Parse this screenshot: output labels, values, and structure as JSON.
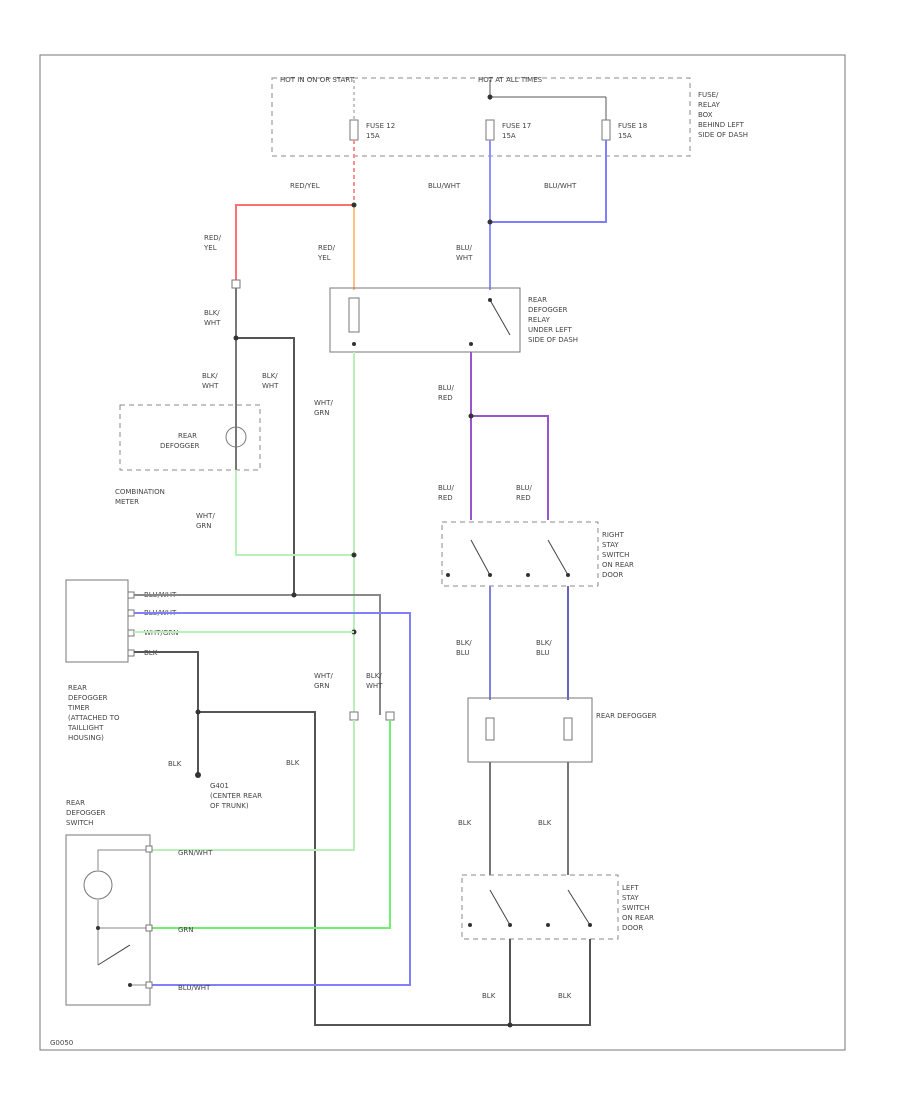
{
  "top_labels": {
    "hot_in_on_or_start": "HOT IN ON OR START",
    "hot_at_all_times": "HOT AT ALL TIMES"
  },
  "fuses": {
    "fuse12": [
      "FUSE 12",
      "15A"
    ],
    "fuse17": [
      "FUSE 17",
      "15A"
    ],
    "fuse18": [
      "FUSE 18",
      "15A"
    ]
  },
  "fuse_box": [
    "FUSE/",
    "RELAY",
    "BOX",
    "BEHIND LEFT",
    "SIDE OF DASH"
  ],
  "relay": [
    "REAR",
    "DEFOGGER",
    "RELAY",
    "UNDER LEFT",
    "SIDE OF DASH"
  ],
  "meter": {
    "indicator": [
      "REAR",
      "DEFOGGER"
    ],
    "name": [
      "COMBINATION",
      "METER"
    ]
  },
  "right_switch": [
    "RIGHT",
    "STAY",
    "SWITCH",
    "ON REAR",
    "DOOR"
  ],
  "left_switch": [
    "LEFT",
    "STAY",
    "SWITCH",
    "ON REAR",
    "DOOR"
  ],
  "defogger": "REAR DEFOGGER",
  "timer": [
    "REAR",
    "DEFOGGER",
    "TIMER",
    "(ATTACHED TO",
    "TAILLIGHT",
    "HOUSING)"
  ],
  "ground": [
    "G401",
    "(CENTER REAR",
    "OF TRUNK)"
  ],
  "sw_label": [
    "REAR",
    "DEFOGGER",
    "SWITCH"
  ],
  "wires": {
    "red_yel": "RED/YEL",
    "red_yel_2": [
      "RED/",
      "YEL"
    ],
    "blu_wht": "BLU/WHT",
    "blu_wht_2": [
      "BLU/",
      "WHT"
    ],
    "blk_wht": [
      "BLK/",
      "WHT"
    ],
    "wht_grn": [
      "WHT/",
      "GRN"
    ],
    "blu_red": [
      "BLU/",
      "RED"
    ],
    "blk_blu": [
      "BLK/",
      "BLU"
    ],
    "blk": "BLK",
    "grn_wht": "GRN/WHT",
    "grn": "GRN",
    "timer_pins": [
      "BLU/WHT",
      "BLU/WHT",
      "WHT/GRN",
      "BLK"
    ]
  },
  "corner_code": "G0050",
  "colors": {
    "red": "#ff7070",
    "orange": "#ffc080",
    "blue": "#8080ff",
    "purple": "#9955cc",
    "green": "#70ee70",
    "gray": "#555555",
    "light_green": "#b8f0b8"
  }
}
